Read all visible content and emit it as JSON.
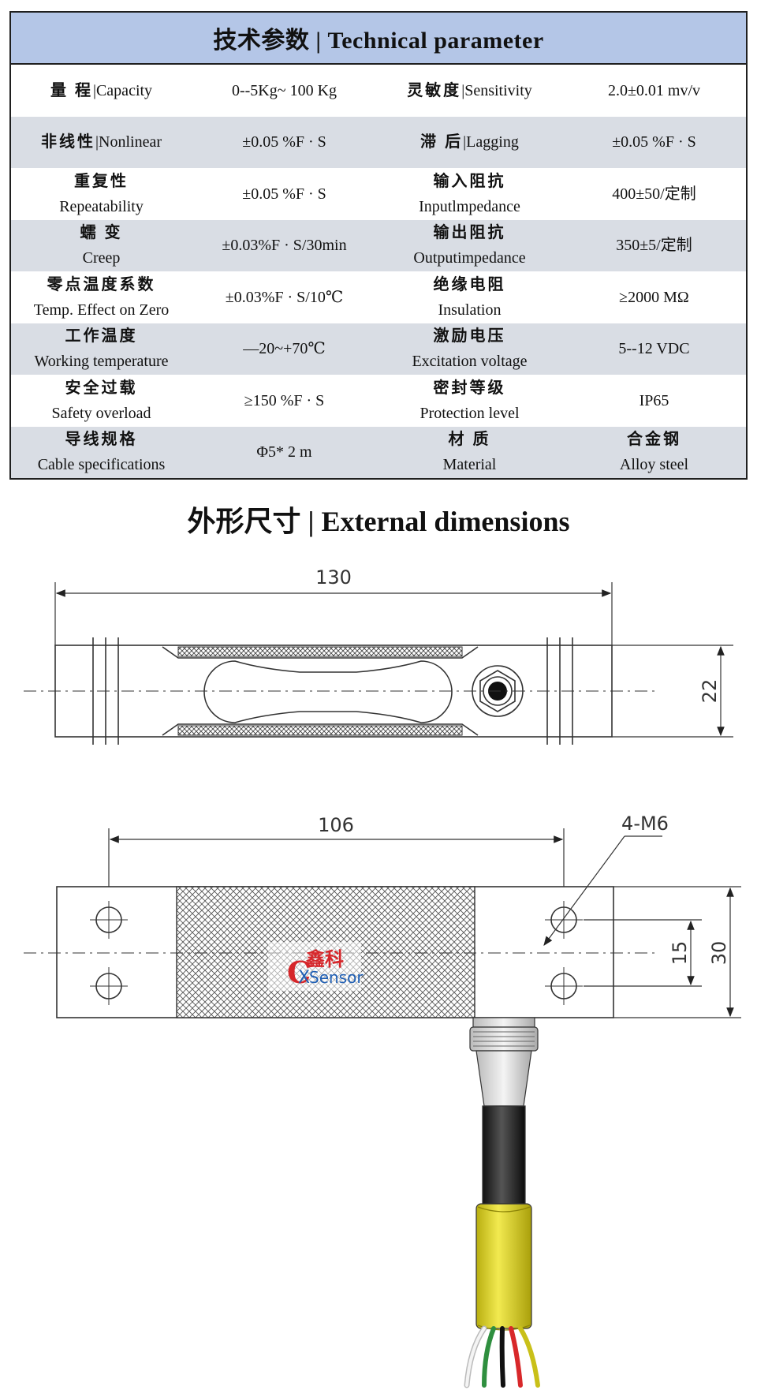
{
  "table": {
    "title": "技术参数 | Technical parameter",
    "rows": [
      {
        "label1_zh": "量  程",
        "label1_en": "Capacity",
        "inline1": true,
        "value1": "0--5Kg~ 100 Kg",
        "label2_zh": "灵敏度",
        "label2_en": "Sensitivity",
        "inline2": true,
        "value2": "2.0±0.01 mv/v"
      },
      {
        "label1_zh": "非线性",
        "label1_en": "Nonlinear",
        "inline1": true,
        "value1": "±0.05 %F · S",
        "label2_zh": "滞  后",
        "label2_en": "Lagging",
        "inline2": true,
        "value2": "±0.05 %F · S"
      },
      {
        "label1_zh": "重复性",
        "label1_en": "Repeatability",
        "value1": "±0.05 %F · S",
        "label2_zh": "输入阻抗",
        "label2_en": "Inputlmpedance",
        "value2": "400±50/定制"
      },
      {
        "label1_zh": "蠕  变",
        "label1_en": "Creep",
        "value1": "±0.03%F · S/30min",
        "label2_zh": "输出阻抗",
        "label2_en": "Outputimpedance",
        "value2": "350±5/定制"
      },
      {
        "label1_zh": "零点温度系数",
        "label1_en": "Temp. Effect on Zero",
        "value1": "±0.03%F · S/10℃",
        "label2_zh": "绝缘电阻",
        "label2_en": "Insulation",
        "value2": "≥2000 MΩ"
      },
      {
        "label1_zh": "工作温度",
        "label1_en": "Working temperature",
        "value1": "—20~+70℃",
        "label2_zh": "激励电压",
        "label2_en": "Excitation voltage",
        "value2": "5--12 VDC"
      },
      {
        "label1_zh": "安全过载",
        "label1_en": "Safety overload",
        "value1": "≥150 %F · S",
        "label2_zh": "密封等级",
        "label2_en": "Protection level",
        "value2": "IP65"
      },
      {
        "label1_zh": "导线规格",
        "label1_en": "Cable specifications",
        "value1": "Φ5* 2 m",
        "label2_zh": "材  质",
        "label2_en": "Material",
        "value2_zh": "合金钢",
        "value2": "Alloy steel"
      }
    ]
  },
  "dimensions": {
    "title": "外形尺寸 | External dimensions",
    "top_view": {
      "length": "130",
      "height": "22"
    },
    "bottom_view": {
      "hole_spacing": "106",
      "hole_label": "4-M6",
      "hole_pitch": "15",
      "height": "30"
    },
    "logo": {
      "brand_zh": "鑫科",
      "brand_en": "Sensor",
      "brand_prefix": "X"
    }
  },
  "colors": {
    "header_fill": "#b4c6e7",
    "row_shade": "#d9dde4",
    "cable_yellow": "#e6dc1c",
    "wire_red": "#d8282a",
    "wire_green": "#2f8f3f",
    "logo_red": "#d6262a",
    "logo_blue": "#1f5fb4"
  }
}
